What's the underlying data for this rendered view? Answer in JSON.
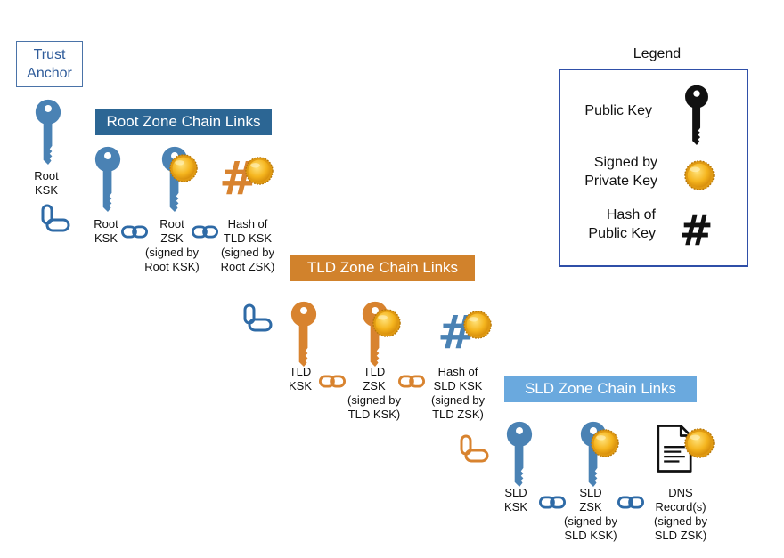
{
  "trust_anchor": "Trust\nAnchor",
  "legend": {
    "title": "Legend",
    "public_key": "Public Key",
    "signed": "Signed by\nPrivate Key",
    "hash": "Hash of\nPublic Key",
    "hash_symbol": "#"
  },
  "root": {
    "banner": "Root Zone Chain Links",
    "anchor_label": "Root\nKSK",
    "ksk_label": "Root\nKSK",
    "zsk_label": "Root\nZSK\n(signed by\nRoot KSK)",
    "hash_label": "Hash of\nTLD KSK\n(signed by\nRoot ZSK)",
    "hash_symbol": "#",
    "color": "#2c6694"
  },
  "tld": {
    "banner": "TLD Zone Chain Links",
    "ksk_label": "TLD\nKSK",
    "zsk_label": "TLD\nZSK\n(signed by\nTLD KSK)",
    "hash_label": "Hash of\nSLD KSK\n(signed by\nTLD ZSK)",
    "hash_symbol": "#",
    "color": "#d1822c"
  },
  "sld": {
    "banner": "SLD Zone Chain Links",
    "ksk_label": "SLD\nKSK",
    "zsk_label": "SLD\nZSK\n(signed by\nSLD KSK)",
    "record_label": "DNS\nRecord(s)\n(signed by\nSLD ZSK)",
    "color": "#6aa9de"
  },
  "colors": {
    "key_blue": "#4a82b4",
    "key_orange": "#d8832f",
    "chain_blue": "#2e6aa6",
    "chain_orange": "#d8832f",
    "coin": "#f2b320"
  }
}
